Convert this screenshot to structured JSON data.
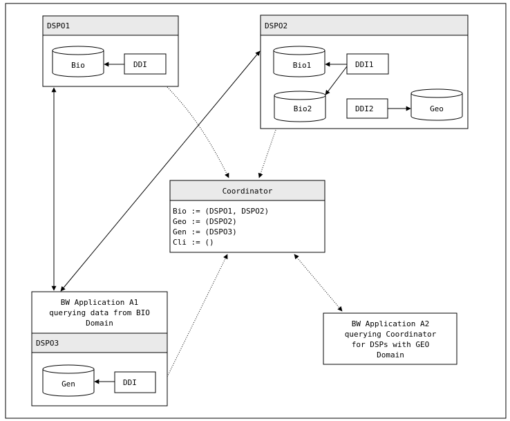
{
  "dsp01": {
    "title": "DSPO1",
    "db": "Bio",
    "ddi": "DDI"
  },
  "dsp02": {
    "title": "DSPO2",
    "db1": "Bio1",
    "db2": "Bio2",
    "db3": "Geo",
    "ddi1": "DDI1",
    "ddi2": "DDI2"
  },
  "coordinator": {
    "title": "Coordinator",
    "lines": [
      "Bio := (DSPO1, DSPO2)",
      "Geo := (DSPO2)",
      "Gen := (DSPO3)",
      "Cli := ()"
    ]
  },
  "app_a1": {
    "lines": [
      "BW Application A1",
      "querying data from BIO",
      "Domain"
    ]
  },
  "dsp03": {
    "title": "DSPO3",
    "db": "Gen",
    "ddi": "DDI"
  },
  "app_a2": {
    "lines": [
      "BW Application A2",
      "querying Coordinator",
      "for DSPs with GEO",
      "Domain"
    ]
  }
}
